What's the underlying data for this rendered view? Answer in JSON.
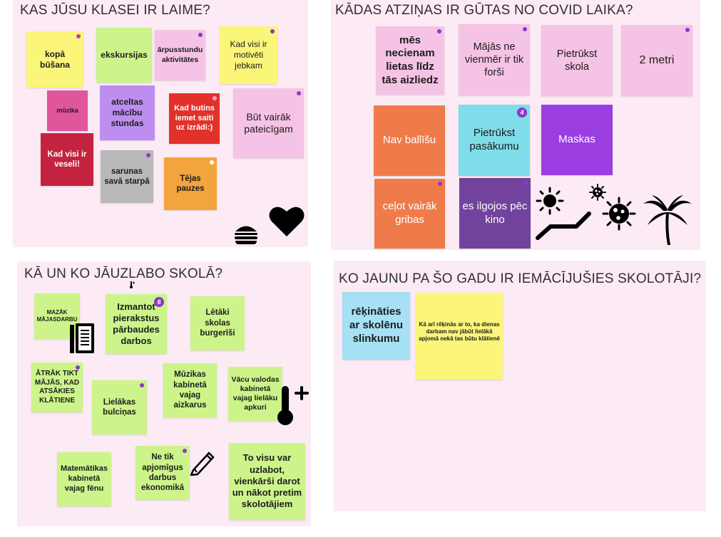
{
  "panels": {
    "happiness": {
      "title": "KAS JŪSU KLASEI IR LAIME?"
    },
    "covid": {
      "title": "KĀDAS ATZIŅAS IR GŪTAS NO COVID LAIKA?"
    },
    "improve": {
      "title": "KĀ UN KO JĀUZLABO SKOLĀ?"
    },
    "teachers": {
      "title": "KO JAUNU PA ŠO GADU IR IEMĀCĪJUŠIES SKOLOTĀJI?"
    }
  },
  "colors": {
    "panel_bg": "#fcebf4",
    "yellow": "#fbf57a",
    "green": "#cdf48a",
    "pink": "#f5c3e5",
    "lilac": "#bd8ef0",
    "magenta": "#e0569c",
    "red": "#e2312a",
    "crimson": "#c4233f",
    "gray": "#b9b9b9",
    "orange": "#f4a43c",
    "deep_orange": "#ef7b4a",
    "cyan": "#7fdde9",
    "purple": "#9b3ee1",
    "dark_purple": "#71439d",
    "light_blue": "#a5e0f4",
    "badge": "#8a39c7"
  },
  "happiness_notes": [
    {
      "text": "kopā būšana"
    },
    {
      "text": "ekskursijas"
    },
    {
      "text": "ārpusstundu aktivitātes"
    },
    {
      "text": "Kad visi ir motivēti jebkam"
    },
    {
      "text": "mūzika"
    },
    {
      "text": "atceltas mācību stundas"
    },
    {
      "text": "Kad butins iemet saiti uz izrādi:)"
    },
    {
      "text": "Būt vairāk pateicīgam"
    },
    {
      "text": "Kad visi ir veseli!"
    },
    {
      "text": "sarunas savā starpā"
    },
    {
      "text": "Tējas pauzes"
    }
  ],
  "covid_notes": [
    {
      "text": "mēs necienam lietas līdz tās aizliedz"
    },
    {
      "text": "Mājās ne vienmēr ir tik forši"
    },
    {
      "text": "Pietrūkst skola"
    },
    {
      "text": "2 metri"
    },
    {
      "text": "Nav ballīšu"
    },
    {
      "text": "Pietrūkst pasākumu"
    },
    {
      "text": "Maskas"
    },
    {
      "text": "ceļot vairāk gribas"
    },
    {
      "text": "es ilgojos pēc kino"
    }
  ],
  "improve_notes": [
    {
      "text": "MAZĀK MĀJASDARBU"
    },
    {
      "text": "Izmantot pierakstus pārbaudes darbos"
    },
    {
      "text": "Lētāki skolas burgerīši"
    },
    {
      "text": "ĀTRĀK TIKT MĀJĀS, KAD ATSĀKIES KLĀTIENE"
    },
    {
      "text": "Mūzikas kabinetā vajag aizkarus"
    },
    {
      "text": "Vācu valodas kabinetā vajag lielāku apkuri"
    },
    {
      "text": "Lielākas bulciņas"
    },
    {
      "text": "Ne tik apjomīgus darbus ekonomikā"
    },
    {
      "text": "Matemātikas kabinetā vajag fēnu"
    },
    {
      "text": "To visu var uzlabot, vienkārši darot un nākot pretim skolotājiem"
    }
  ],
  "teacher_notes": [
    {
      "text": "rēķināties ar skolēnu slinkumu"
    },
    {
      "text": "Kā arī rēķinās ar to, ka dienas darbam nav jābūt lielākā apjomā nekā tas būtu klātienē"
    }
  ],
  "badges": {
    "covid_pasakumu": "4",
    "improve_pierakstus": "6"
  },
  "icons": [
    "burger-icon",
    "heart-icon",
    "sun-icon",
    "lounger-icon",
    "virus-icon",
    "palm-tree-icon",
    "book-icon",
    "thermometer-icon",
    "pencil-icon"
  ]
}
